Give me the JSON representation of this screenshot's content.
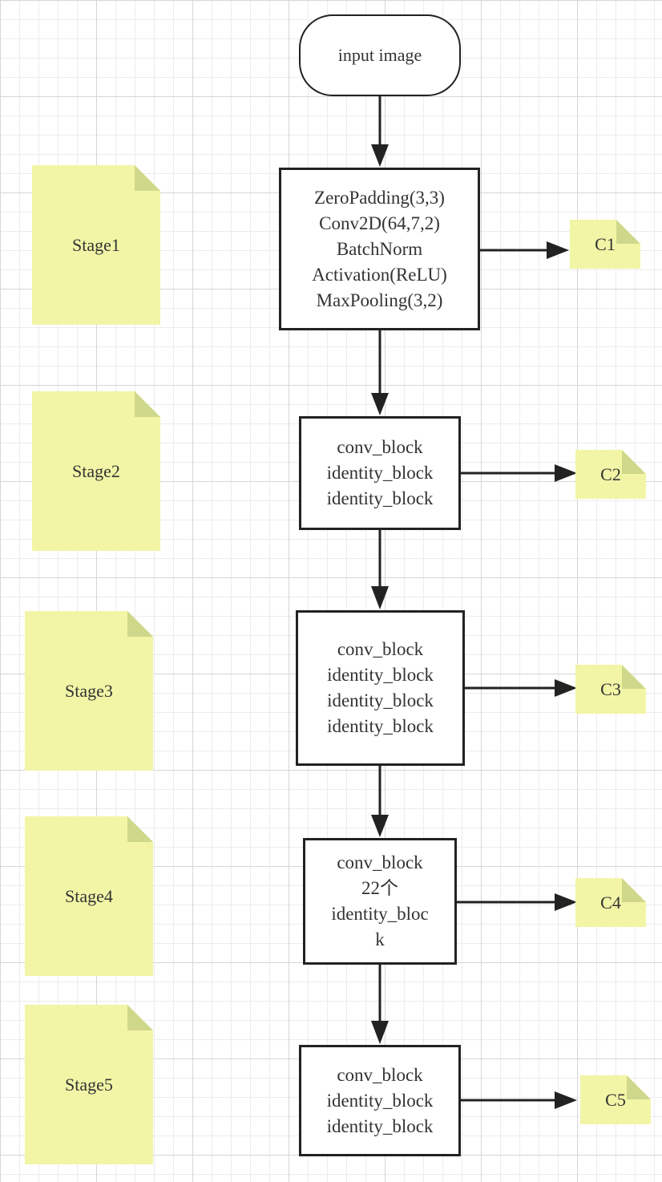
{
  "start": {
    "label": "input image"
  },
  "blocks": [
    {
      "lines": [
        "ZeroPadding(3,3)",
        "Conv2D(64,7,2)",
        "BatchNorm",
        "Activation(ReLU)",
        "MaxPooling(3,2)"
      ]
    },
    {
      "lines": [
        "conv_block",
        "identity_block",
        "identity_block"
      ]
    },
    {
      "lines": [
        "conv_block",
        "identity_block",
        "identity_block",
        "identity_block"
      ]
    },
    {
      "lines": [
        "conv_block",
        "22个",
        "identity_bloc",
        "k"
      ]
    },
    {
      "lines": [
        "conv_block",
        "identity_block",
        "identity_block"
      ]
    }
  ],
  "stages": [
    "Stage1",
    "Stage2",
    "Stage3",
    "Stage4",
    "Stage5"
  ],
  "outputs": [
    "C1",
    "C2",
    "C3",
    "C4",
    "C5"
  ],
  "colors": {
    "note_fill": "#f2f5a6",
    "note_fold": "#cfd88a",
    "stroke": "#222222",
    "text": "#333333"
  }
}
